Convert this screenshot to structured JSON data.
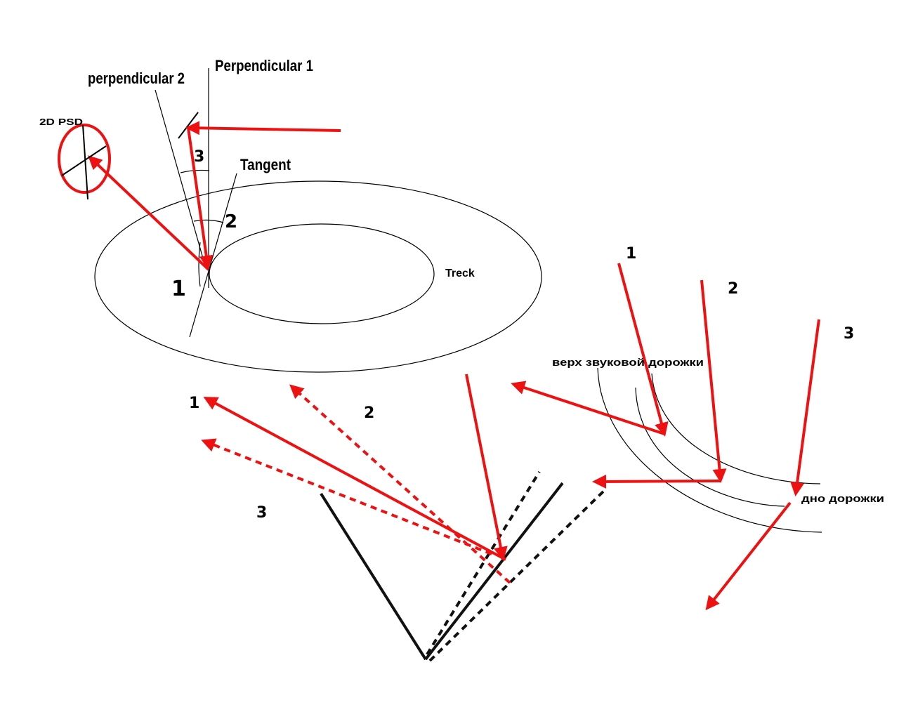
{
  "labels": {
    "perpendicular_1": "Perpendicular 1",
    "perpendicular_2": "perpendicular 2",
    "psd": "2D PSD",
    "tangent": "Tangent",
    "angle_3": "3",
    "angle_2": "2",
    "point_1": "1",
    "treck": "Treck",
    "groove_beam_1": "1",
    "groove_beam_2": "2",
    "groove_beam_3": "3",
    "groove_top": "верх звуковой дорожки",
    "groove_bottom": "дно дорожки",
    "reflect_1": "1",
    "reflect_2": "2",
    "reflect_3": "3"
  },
  "colors": {
    "beam": "#ee1111",
    "line": "#111111"
  }
}
